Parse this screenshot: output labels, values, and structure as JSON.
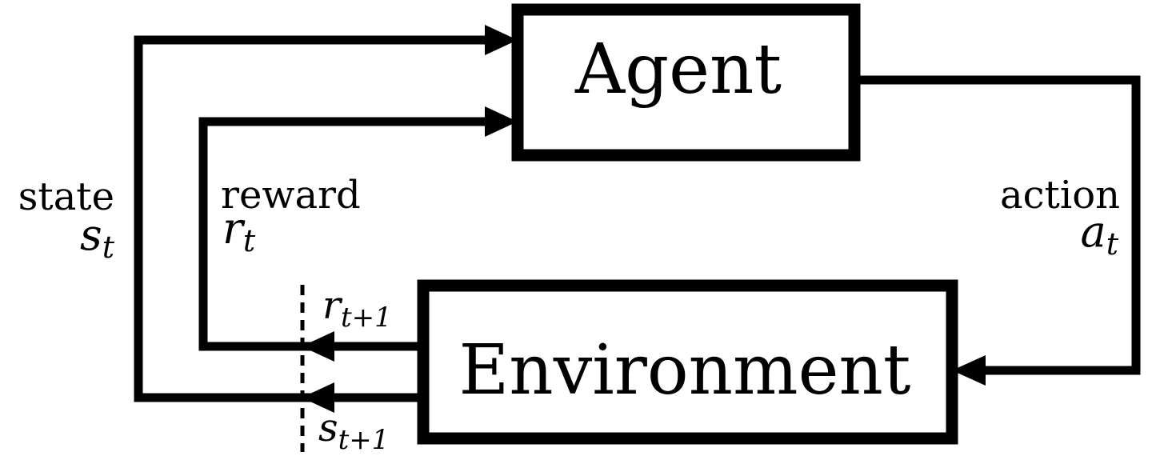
{
  "agent": {
    "label": "Agent"
  },
  "environment": {
    "label": "Environment"
  },
  "state": {
    "word": "state",
    "symbol": "s",
    "subscript": "t"
  },
  "reward": {
    "word": "reward",
    "symbol": "r",
    "subscript": "t"
  },
  "action": {
    "word": "action",
    "symbol": "a",
    "subscript": "t"
  },
  "next_reward": {
    "symbol": "r",
    "subscript": "t+1"
  },
  "next_state": {
    "symbol": "s",
    "subscript": "t+1"
  }
}
